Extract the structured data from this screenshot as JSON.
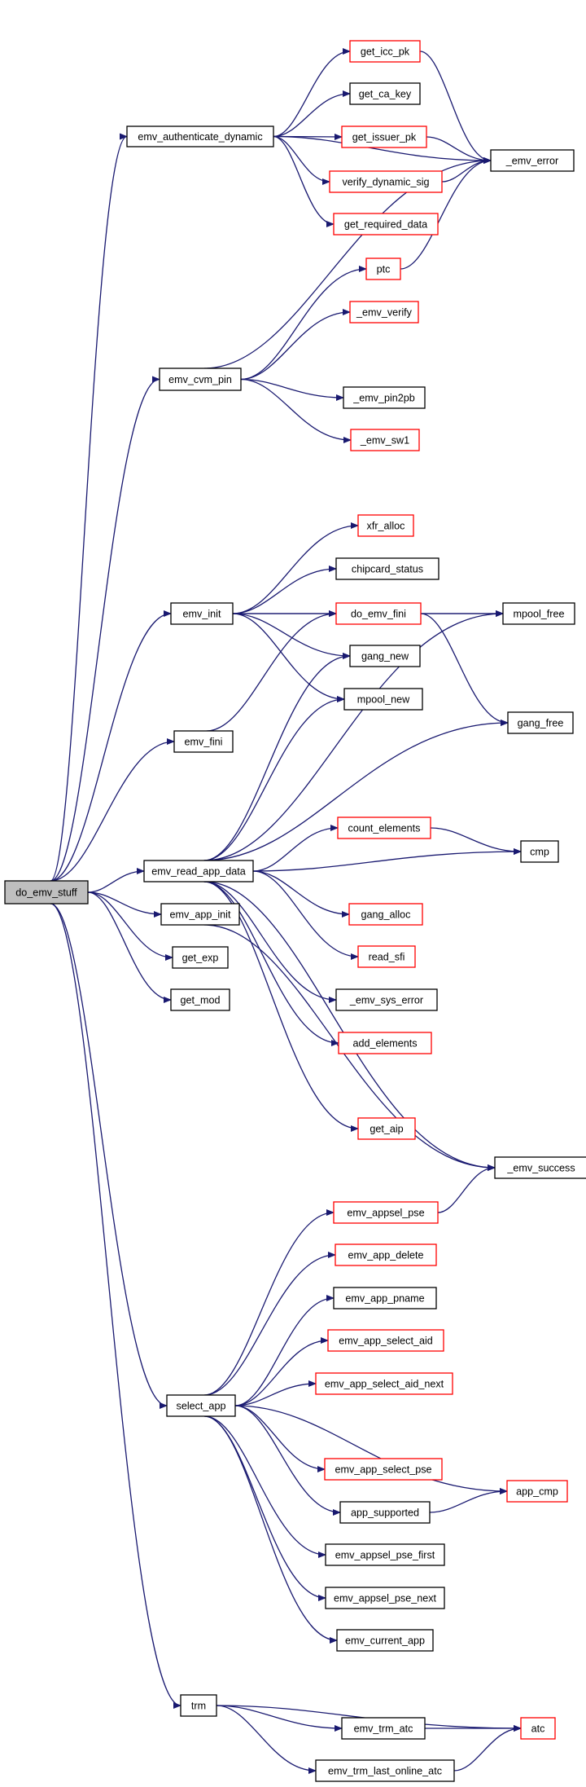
{
  "colors": {
    "edge": "#191970",
    "node_border_black": "#000000",
    "node_border_red": "#ff0000",
    "root_fill": "#bfbfbf",
    "node_fill": "#ffffff",
    "background": "#ffffff"
  },
  "nodes": [
    {
      "id": "do_emv_stuff",
      "label": "do_emv_stuff",
      "border": "black",
      "root": true
    },
    {
      "id": "emv_authenticate_dynamic",
      "label": "emv_authenticate_dynamic",
      "border": "black"
    },
    {
      "id": "get_icc_pk",
      "label": "get_icc_pk",
      "border": "red"
    },
    {
      "id": "get_ca_key",
      "label": "get_ca_key",
      "border": "black"
    },
    {
      "id": "get_issuer_pk",
      "label": "get_issuer_pk",
      "border": "red"
    },
    {
      "id": "_emv_error",
      "label": "_emv_error",
      "border": "black"
    },
    {
      "id": "verify_dynamic_sig",
      "label": "verify_dynamic_sig",
      "border": "red"
    },
    {
      "id": "get_required_data",
      "label": "get_required_data",
      "border": "red"
    },
    {
      "id": "ptc",
      "label": "ptc",
      "border": "red"
    },
    {
      "id": "_emv_verify",
      "label": "_emv_verify",
      "border": "red"
    },
    {
      "id": "emv_cvm_pin",
      "label": "emv_cvm_pin",
      "border": "black"
    },
    {
      "id": "_emv_pin2pb",
      "label": "_emv_pin2pb",
      "border": "black"
    },
    {
      "id": "_emv_sw1",
      "label": "_emv_sw1",
      "border": "red"
    },
    {
      "id": "xfr_alloc",
      "label": "xfr_alloc",
      "border": "red"
    },
    {
      "id": "chipcard_status",
      "label": "chipcard_status",
      "border": "black"
    },
    {
      "id": "emv_init",
      "label": "emv_init",
      "border": "black"
    },
    {
      "id": "do_emv_fini",
      "label": "do_emv_fini",
      "border": "red"
    },
    {
      "id": "mpool_free",
      "label": "mpool_free",
      "border": "black"
    },
    {
      "id": "gang_new",
      "label": "gang_new",
      "border": "black"
    },
    {
      "id": "mpool_new",
      "label": "mpool_new",
      "border": "black"
    },
    {
      "id": "gang_free",
      "label": "gang_free",
      "border": "black"
    },
    {
      "id": "emv_fini",
      "label": "emv_fini",
      "border": "black"
    },
    {
      "id": "count_elements",
      "label": "count_elements",
      "border": "red"
    },
    {
      "id": "cmp",
      "label": "cmp",
      "border": "black"
    },
    {
      "id": "emv_read_app_data",
      "label": "emv_read_app_data",
      "border": "black"
    },
    {
      "id": "emv_app_init",
      "label": "emv_app_init",
      "border": "black"
    },
    {
      "id": "gang_alloc",
      "label": "gang_alloc",
      "border": "red"
    },
    {
      "id": "read_sfi",
      "label": "read_sfi",
      "border": "red"
    },
    {
      "id": "get_exp",
      "label": "get_exp",
      "border": "black"
    },
    {
      "id": "_emv_sys_error",
      "label": "_emv_sys_error",
      "border": "black"
    },
    {
      "id": "get_mod",
      "label": "get_mod",
      "border": "black"
    },
    {
      "id": "add_elements",
      "label": "add_elements",
      "border": "red"
    },
    {
      "id": "get_aip",
      "label": "get_aip",
      "border": "red"
    },
    {
      "id": "_emv_success",
      "label": "_emv_success",
      "border": "black"
    },
    {
      "id": "emv_appsel_pse",
      "label": "emv_appsel_pse",
      "border": "red"
    },
    {
      "id": "emv_app_delete",
      "label": "emv_app_delete",
      "border": "red"
    },
    {
      "id": "emv_app_pname",
      "label": "emv_app_pname",
      "border": "black"
    },
    {
      "id": "emv_app_select_aid",
      "label": "emv_app_select_aid",
      "border": "red"
    },
    {
      "id": "select_app",
      "label": "select_app",
      "border": "black"
    },
    {
      "id": "emv_app_select_aid_next",
      "label": "emv_app_select_aid_next",
      "border": "red"
    },
    {
      "id": "emv_app_select_pse",
      "label": "emv_app_select_pse",
      "border": "red"
    },
    {
      "id": "app_cmp",
      "label": "app_cmp",
      "border": "red"
    },
    {
      "id": "app_supported",
      "label": "app_supported",
      "border": "black"
    },
    {
      "id": "emv_appsel_pse_first",
      "label": "emv_appsel_pse_first",
      "border": "black"
    },
    {
      "id": "emv_appsel_pse_next",
      "label": "emv_appsel_pse_next",
      "border": "black"
    },
    {
      "id": "emv_current_app",
      "label": "emv_current_app",
      "border": "black"
    },
    {
      "id": "trm",
      "label": "trm",
      "border": "black"
    },
    {
      "id": "emv_trm_atc",
      "label": "emv_trm_atc",
      "border": "black"
    },
    {
      "id": "atc",
      "label": "atc",
      "border": "red"
    },
    {
      "id": "emv_trm_last_online_atc",
      "label": "emv_trm_last_online_atc",
      "border": "black"
    }
  ],
  "edges": [
    [
      "do_emv_stuff",
      "emv_authenticate_dynamic"
    ],
    [
      "do_emv_stuff",
      "emv_cvm_pin"
    ],
    [
      "do_emv_stuff",
      "emv_init"
    ],
    [
      "do_emv_stuff",
      "emv_fini"
    ],
    [
      "do_emv_stuff",
      "emv_read_app_data"
    ],
    [
      "do_emv_stuff",
      "emv_app_init"
    ],
    [
      "do_emv_stuff",
      "get_exp"
    ],
    [
      "do_emv_stuff",
      "get_mod"
    ],
    [
      "do_emv_stuff",
      "select_app"
    ],
    [
      "do_emv_stuff",
      "trm"
    ],
    [
      "emv_authenticate_dynamic",
      "_emv_error"
    ],
    [
      "emv_authenticate_dynamic",
      "get_icc_pk"
    ],
    [
      "emv_authenticate_dynamic",
      "get_ca_key"
    ],
    [
      "emv_authenticate_dynamic",
      "get_issuer_pk"
    ],
    [
      "emv_authenticate_dynamic",
      "verify_dynamic_sig"
    ],
    [
      "emv_authenticate_dynamic",
      "get_required_data"
    ],
    [
      "get_icc_pk",
      "_emv_error"
    ],
    [
      "get_issuer_pk",
      "_emv_error"
    ],
    [
      "verify_dynamic_sig",
      "_emv_error"
    ],
    [
      "ptc",
      "_emv_error"
    ],
    [
      "emv_cvm_pin",
      "ptc"
    ],
    [
      "emv_cvm_pin",
      "_emv_verify"
    ],
    [
      "emv_cvm_pin",
      "_emv_error"
    ],
    [
      "emv_cvm_pin",
      "_emv_pin2pb"
    ],
    [
      "emv_cvm_pin",
      "_emv_sw1"
    ],
    [
      "emv_init",
      "mpool_free"
    ],
    [
      "emv_init",
      "xfr_alloc"
    ],
    [
      "emv_init",
      "chipcard_status"
    ],
    [
      "emv_init",
      "do_emv_fini"
    ],
    [
      "emv_init",
      "gang_new"
    ],
    [
      "emv_init",
      "mpool_new"
    ],
    [
      "emv_fini",
      "do_emv_fini"
    ],
    [
      "do_emv_fini",
      "mpool_free"
    ],
    [
      "do_emv_fini",
      "gang_free"
    ],
    [
      "emv_read_app_data",
      "gang_new"
    ],
    [
      "emv_read_app_data",
      "mpool_new"
    ],
    [
      "emv_read_app_data",
      "mpool_free"
    ],
    [
      "emv_read_app_data",
      "gang_free"
    ],
    [
      "emv_read_app_data",
      "count_elements"
    ],
    [
      "emv_read_app_data",
      "cmp"
    ],
    [
      "emv_read_app_data",
      "gang_alloc"
    ],
    [
      "emv_read_app_data",
      "read_sfi"
    ],
    [
      "emv_read_app_data",
      "_emv_sys_error"
    ],
    [
      "emv_read_app_data",
      "add_elements"
    ],
    [
      "emv_read_app_data",
      "get_aip"
    ],
    [
      "emv_read_app_data",
      "_emv_success"
    ],
    [
      "count_elements",
      "cmp"
    ],
    [
      "emv_app_init",
      "_emv_success"
    ],
    [
      "emv_appsel_pse",
      "_emv_success"
    ],
    [
      "select_app",
      "emv_appsel_pse"
    ],
    [
      "select_app",
      "emv_app_delete"
    ],
    [
      "select_app",
      "emv_app_pname"
    ],
    [
      "select_app",
      "emv_app_select_aid"
    ],
    [
      "select_app",
      "emv_app_select_aid_next"
    ],
    [
      "select_app",
      "app_cmp"
    ],
    [
      "select_app",
      "emv_app_select_pse"
    ],
    [
      "select_app",
      "app_supported"
    ],
    [
      "select_app",
      "emv_appsel_pse_first"
    ],
    [
      "select_app",
      "emv_appsel_pse_next"
    ],
    [
      "select_app",
      "emv_current_app"
    ],
    [
      "app_supported",
      "app_cmp"
    ],
    [
      "trm",
      "atc"
    ],
    [
      "trm",
      "emv_trm_atc"
    ],
    [
      "trm",
      "emv_trm_last_online_atc"
    ],
    [
      "emv_trm_atc",
      "atc"
    ],
    [
      "emv_trm_last_online_atc",
      "atc"
    ]
  ]
}
